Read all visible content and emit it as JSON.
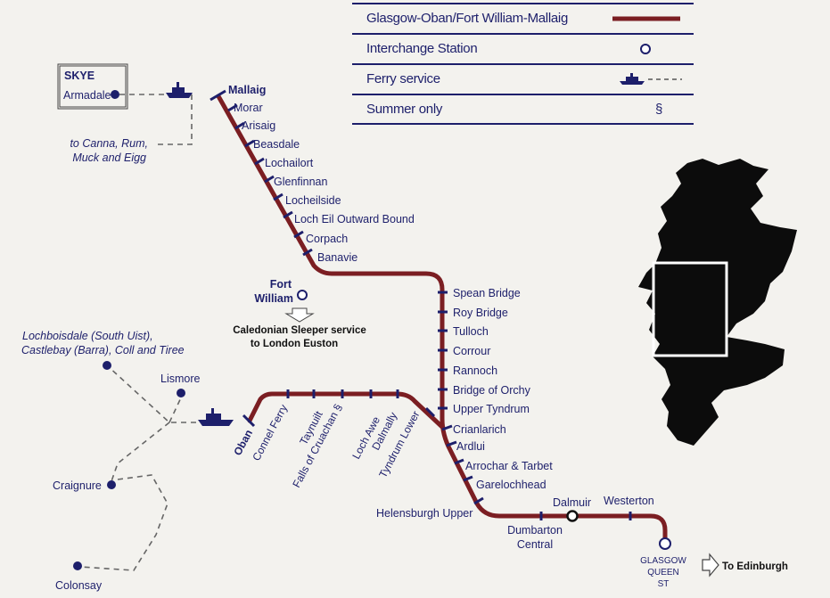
{
  "legend": {
    "route_label": "Glasgow-Oban/Fort William-Mallaig",
    "interchange_label": "Interchange Station",
    "ferry_label": "Ferry service",
    "summer_label": "Summer only",
    "summer_symbol": "§"
  },
  "skye": {
    "title": "SKYE",
    "armadale": "Armadale"
  },
  "ferry_notes": {
    "canna_1": "to Canna, Rum,",
    "canna_2": "Muck and Eigg",
    "lochboisdale_1": "Lochboisdale (South Uist),",
    "lochboisdale_2": "Castlebay (Barra), Coll and Tiree"
  },
  "islands": {
    "lismore": "Lismore",
    "craignure": "Craignure",
    "colonsay": "Colonsay"
  },
  "stations_mallaig": {
    "mallaig": "Mallaig",
    "morar": "Morar",
    "arisaig": "Arisaig",
    "beasdale": "Beasdale",
    "lochailort": "Lochailort",
    "glenfinnan": "Glenfinnan",
    "locheilside": "Locheilside",
    "loch_eil": "Loch Eil Outward Bound",
    "corpach": "Corpach",
    "banavie": "Banavie",
    "fort_1": "Fort",
    "fort_2": "William"
  },
  "sleeper": {
    "line1": "Caledonian Sleeper service",
    "line2": "to London Euston"
  },
  "stations_main": {
    "spean_bridge": "Spean Bridge",
    "roy_bridge": "Roy Bridge",
    "tulloch": "Tulloch",
    "corrour": "Corrour",
    "rannoch": "Rannoch",
    "bridge_of_orchy": "Bridge of Orchy",
    "upper_tyndrum": "Upper Tyndrum",
    "crianlarich": "Crianlarich",
    "ardlui": "Ardlui",
    "arrochar": "Arrochar & Tarbet",
    "garelochhead": "Garelochhead",
    "helensburgh": "Helensburgh Upper",
    "dalmuir": "Dalmuir",
    "westerton": "Westerton",
    "dumbarton_1": "Dumbarton",
    "dumbarton_2": "Central",
    "glasgow_1": "GLASGOW",
    "glasgow_2": "QUEEN",
    "glasgow_3": "ST",
    "edinburgh": "To Edinburgh"
  },
  "stations_oban": {
    "oban": "Oban",
    "connel": "Connel Ferry",
    "taynuilt": "Taynuilt",
    "falls": "Falls of Cruachan §",
    "loch_awe": "Loch Awe",
    "dalmally": "Dalmally",
    "tyndrum_lower": "Tyndrum Lower"
  },
  "colors": {
    "route": "#7b1e22",
    "navy": "#1d1f6b",
    "scotland": "#0c0c0c"
  }
}
